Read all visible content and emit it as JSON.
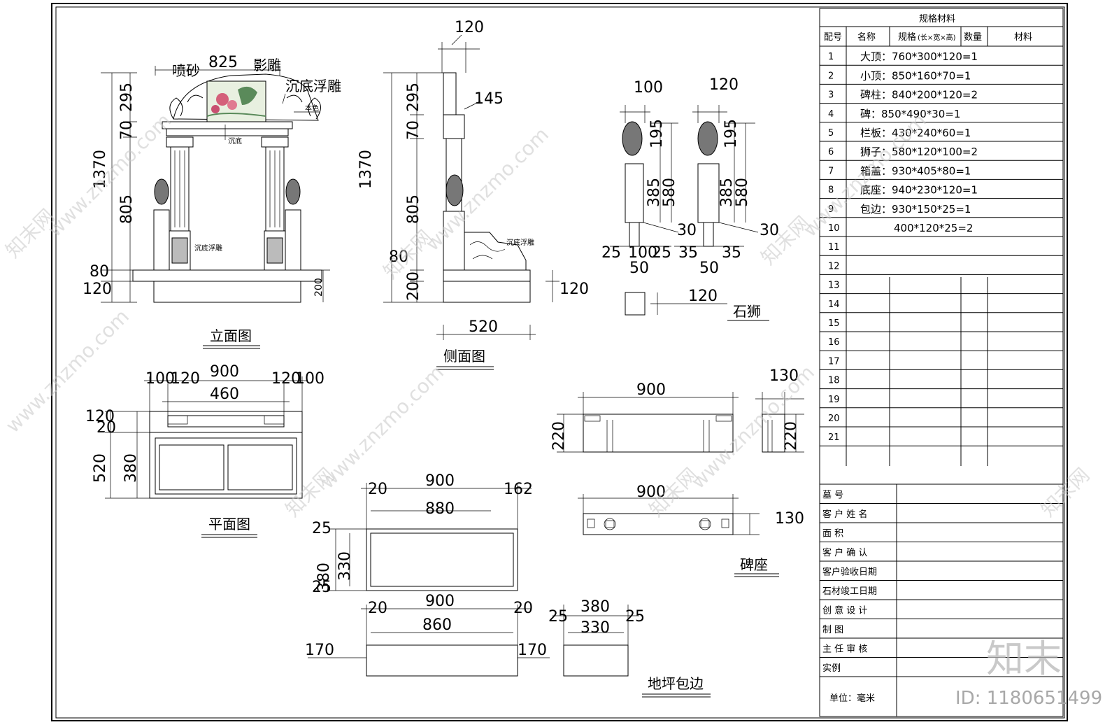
{
  "elevation": {
    "title": "立面图",
    "dims": {
      "top": "825",
      "h70": "70",
      "h295": "295",
      "total": "1370",
      "mid": "805",
      "d80": "80",
      "d120": "120",
      "d200": "200"
    },
    "labels": {
      "sandblast": "喷砂",
      "shadow_carve": "影雕",
      "sunken_relief": "沉底浮雕",
      "natural": "本色",
      "sunken": "沉底",
      "sunken_relief_small": "沉底浮雕"
    }
  },
  "side": {
    "title": "侧面图",
    "dims": {
      "w120": "120",
      "d145": "145",
      "h70": "70",
      "h295": "295",
      "total": "1370",
      "mid": "805",
      "d80": "80",
      "d200": "200",
      "right120": "120",
      "bottom520": "520"
    },
    "labels": {
      "sunken_relief": "沉底浮雕"
    }
  },
  "lion": {
    "title": "石狮",
    "dims": {
      "w100": "100",
      "w120": "120",
      "h195a": "195",
      "h580a": "580",
      "h385a": "385",
      "h195b": "195",
      "h580b": "580",
      "h385b": "385",
      "d30a": "30",
      "d30b": "30",
      "d25": "25",
      "d100": "100",
      "d25b": "25",
      "d35a": "35",
      "d35b": "35",
      "d50a": "50",
      "d50b": "50",
      "d120": "120"
    }
  },
  "plan": {
    "title": "平面图",
    "dims": {
      "d100a": "100",
      "d120a": "120",
      "w900": "900",
      "d120b": "120",
      "d100b": "100",
      "w460": "460",
      "d120c": "120",
      "d20": "20",
      "d520": "520",
      "d380": "380"
    }
  },
  "slab": {
    "dims": {
      "d20a": "20",
      "w900a": "900",
      "d162": "162",
      "w880": "880",
      "d25a": "25",
      "d380": "380",
      "d330": "330",
      "d25b": "25",
      "w900b": "900",
      "d20b": "20",
      "d20c": "20",
      "w860": "860",
      "d170a": "170",
      "d170b": "170",
      "d25c": "25",
      "d380b": "380",
      "d25d": "25",
      "d330b": "330"
    }
  },
  "ground_edge": {
    "title": "地坪包边"
  },
  "base": {
    "title": "碑座",
    "dims": {
      "w900a": "900",
      "h220a": "220",
      "w130": "130",
      "h220b": "220",
      "w900b": "900",
      "d130": "130"
    }
  },
  "spec_table": {
    "title": "规格材料",
    "headers": [
      "配号",
      "名称",
      "规格",
      "数量",
      "材料"
    ],
    "header_note": "(长×宽×高)",
    "rows": [
      {
        "no": "1",
        "text": "大顶：760*300*120=1"
      },
      {
        "no": "2",
        "text": "小顶：850*160*70=1"
      },
      {
        "no": "3",
        "text": "碑柱：840*200*120=2"
      },
      {
        "no": "4",
        "text": "碑：850*490*30=1"
      },
      {
        "no": "5",
        "text": "栏板：430*240*60=1"
      },
      {
        "no": "6",
        "text": "狮子：580*120*100=2"
      },
      {
        "no": "7",
        "text": "箱盖：930*405*80=1"
      },
      {
        "no": "8",
        "text": "底座：940*230*120=1"
      },
      {
        "no": "9",
        "text": "包边：930*150*25=1"
      },
      {
        "no": "10",
        "text": "400*120*25=2"
      },
      {
        "no": "11",
        "text": ""
      },
      {
        "no": "12",
        "text": ""
      },
      {
        "no": "13",
        "text": ""
      },
      {
        "no": "14",
        "text": ""
      },
      {
        "no": "15",
        "text": ""
      },
      {
        "no": "16",
        "text": ""
      },
      {
        "no": "17",
        "text": ""
      },
      {
        "no": "18",
        "text": ""
      },
      {
        "no": "19",
        "text": ""
      },
      {
        "no": "20",
        "text": ""
      },
      {
        "no": "21",
        "text": ""
      }
    ]
  },
  "info_table": {
    "rows": [
      "墓        号",
      "客 户 姓 名",
      "面        积",
      "客 户 确 认",
      "客户验收日期",
      "石材竣工日期",
      "创 意 设 计",
      "制        图",
      "主 任 审 核",
      "实例"
    ],
    "unit": "单位：毫米"
  },
  "watermark": {
    "site": "www.znzmo.com",
    "brand": "知末网",
    "logo_text": "知末",
    "id_text": "ID: 1180651499"
  },
  "colors": {
    "line": "#000000",
    "background": "#ffffff",
    "watermark": "#c8c8c8",
    "relief_green": "#5a8a5a",
    "relief_pink": "#d4607a"
  }
}
